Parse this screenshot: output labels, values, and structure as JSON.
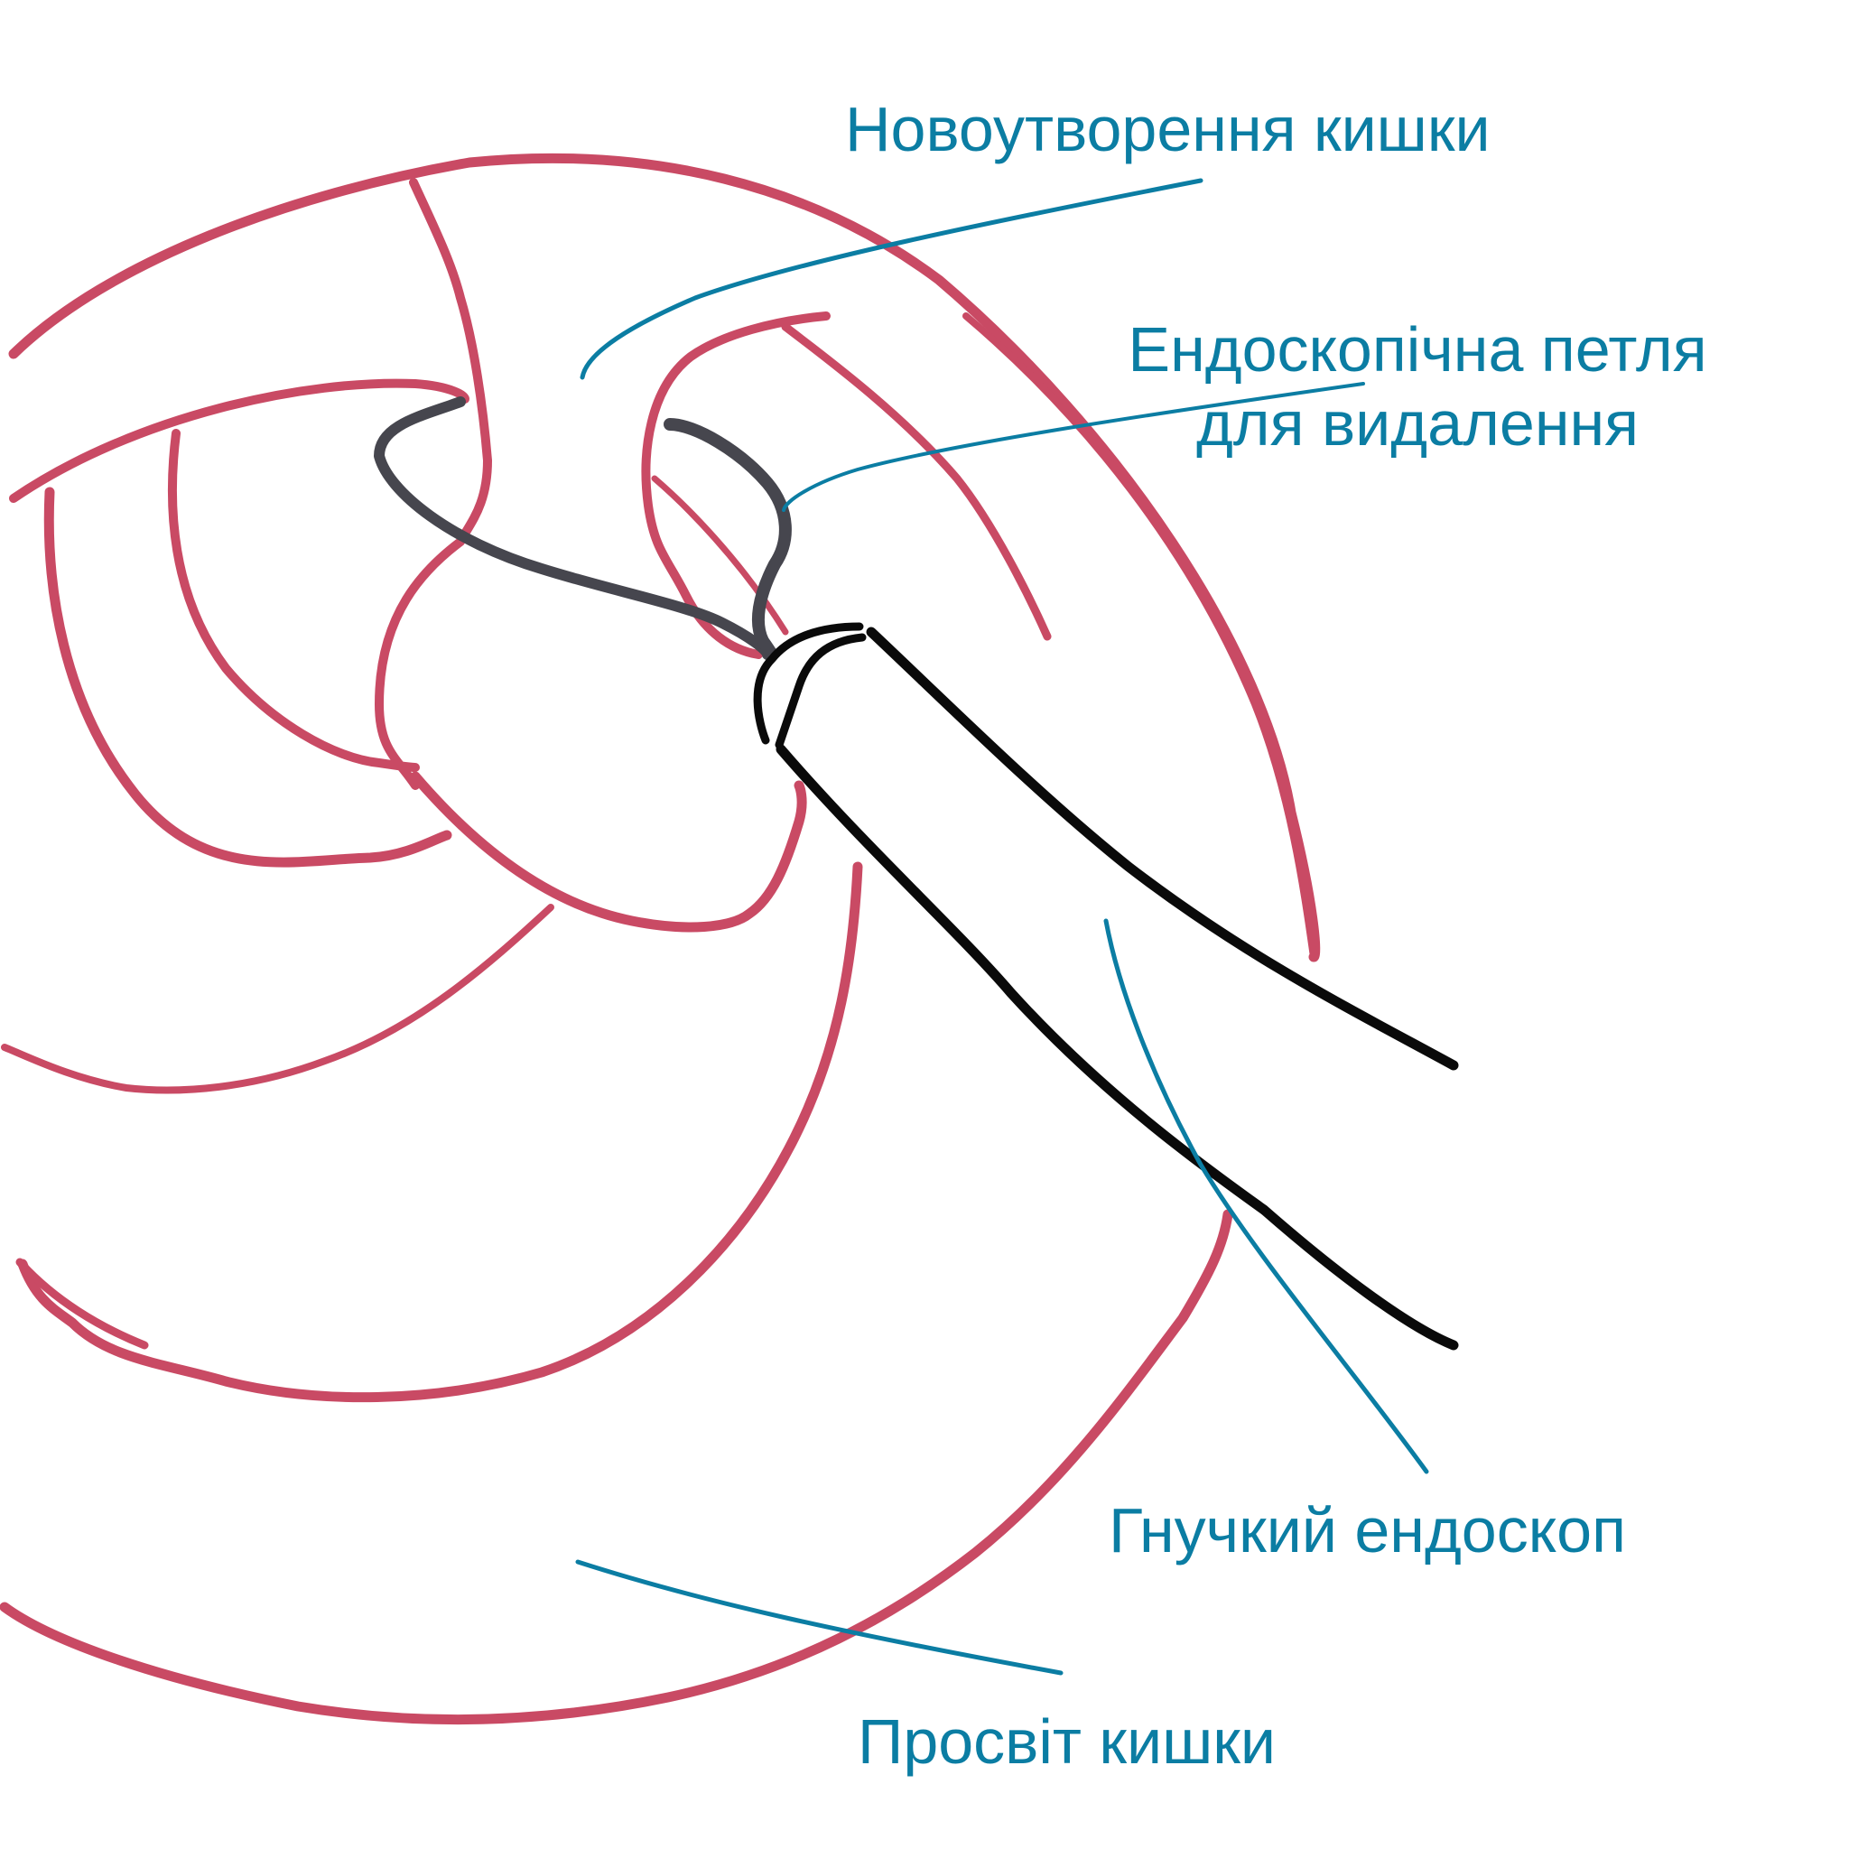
{
  "colors": {
    "tissue": "#c94a64",
    "label": "#0b7da3",
    "snare": "#46464e",
    "endoscope": "#0a0a0a"
  },
  "labels": {
    "neoplasm": "Новоутворення кишки",
    "snare_line1": "Ендоскопічна петля",
    "snare_line2": "для видалення",
    "endoscope": "Гнучкий ендоскоп",
    "lumen": "Просвіт кишки"
  }
}
